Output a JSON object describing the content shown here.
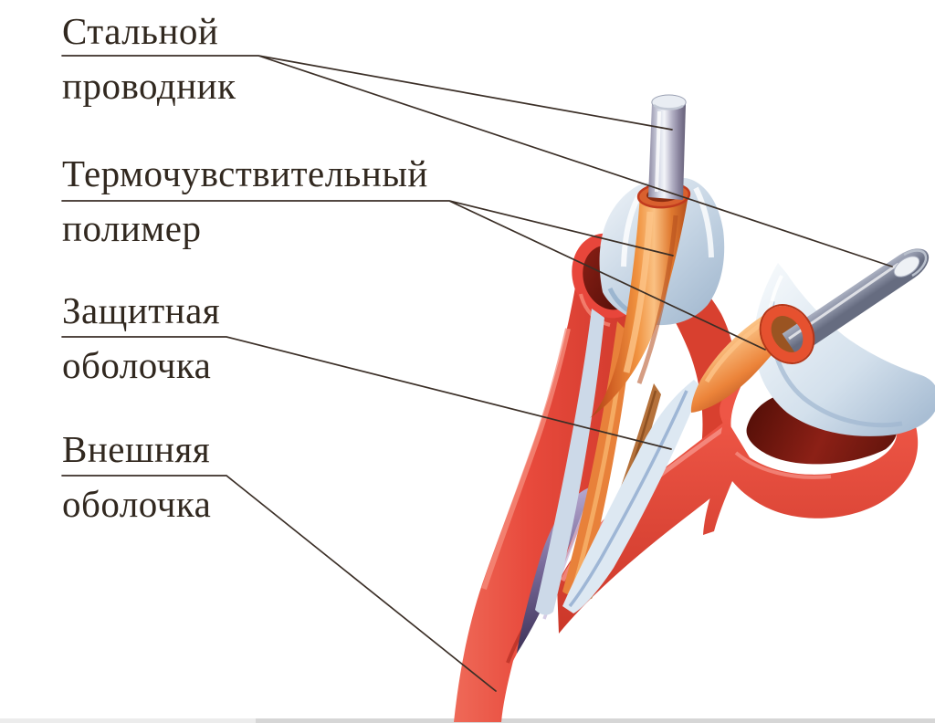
{
  "figure": {
    "type": "labeled-diagram",
    "subject": "heat-sensing cable cutaway",
    "labels": [
      {
        "id": "steel-conductor",
        "line1": "Стальной",
        "line2": "проводник"
      },
      {
        "id": "heat-sensitive-polymer",
        "line1": "Термочувствительный",
        "line2": "полимер"
      },
      {
        "id": "protective-sheath",
        "line1": "Защитная",
        "line2": "оболочка"
      },
      {
        "id": "outer-sheath",
        "line1": "Внешняя",
        "line2": "оболочка"
      }
    ],
    "colors": {
      "text": "#31281f",
      "line": "#3b2f27",
      "bg": "#ffffff",
      "cable_red": "#e8463b",
      "cable_red_dark": "#c43327",
      "cable_red_deep": "#5e120c",
      "polymer_orange": "#f0923f",
      "polymer_orange_dark": "#a84418",
      "steel_light": "#f3f5f9",
      "steel_mid": "#aab0c0",
      "steel_dark": "#62687c",
      "sheath_white": "#f2f6fa",
      "sheath_blue": "#9db4cc",
      "sliver_purple": "#3c3156",
      "bottom_bar_left": "#ececec",
      "bottom_bar_right": "#d6d6d6"
    }
  }
}
